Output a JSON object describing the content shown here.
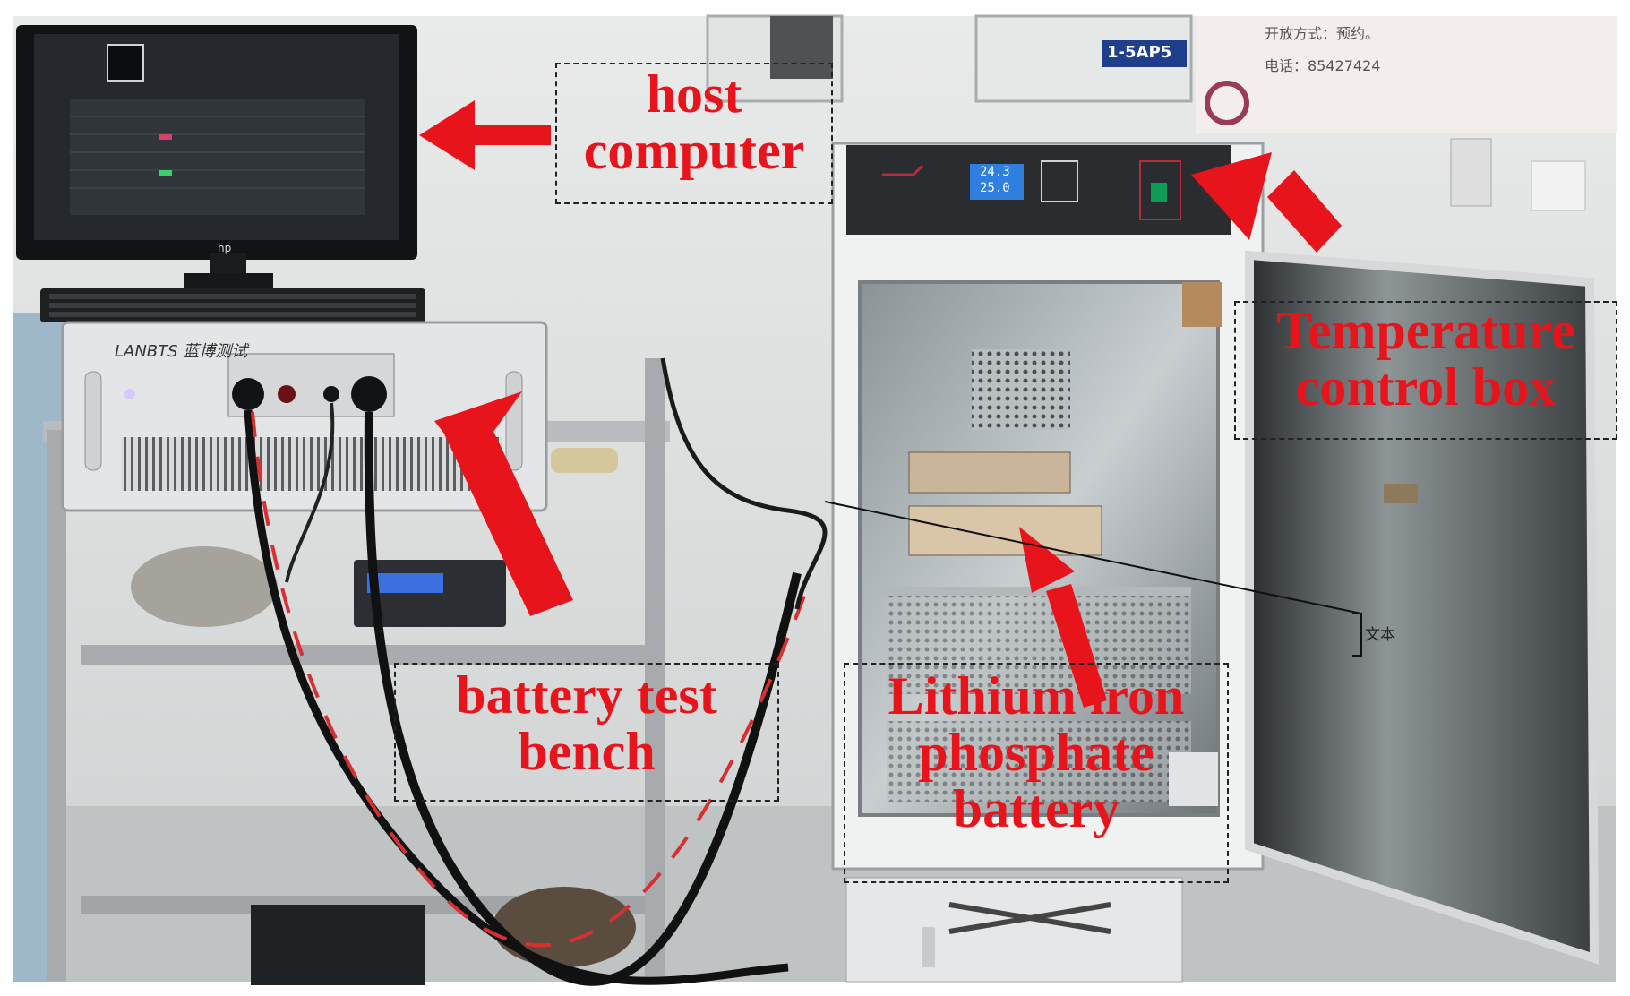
{
  "figure": {
    "callouts": {
      "host_computer": {
        "line1": "host",
        "line2": "computer"
      },
      "battery_test_bench": {
        "line1": "battery test",
        "line2": "bench"
      },
      "temperature_control_box": {
        "line1": "Temperature",
        "line2": "control box"
      },
      "battery": {
        "line1": "Lithium iron",
        "line2": "phosphate",
        "line3": "battery"
      },
      "text_marker": "文本"
    },
    "brand_marks": {
      "tester_brand": "LANBTS 蓝博测试",
      "monitor_brand": "hp",
      "panel_tag": "1-5AP5",
      "sign_line1": "开放方式：预约。",
      "sign_line2": "电话：85427424",
      "chamber_display_top": "24.3",
      "chamber_display_bottom": "25.0"
    },
    "colors": {
      "callout_text": "#e8141c",
      "arrow": "#e8141c",
      "dashed_box": "#222222"
    }
  }
}
